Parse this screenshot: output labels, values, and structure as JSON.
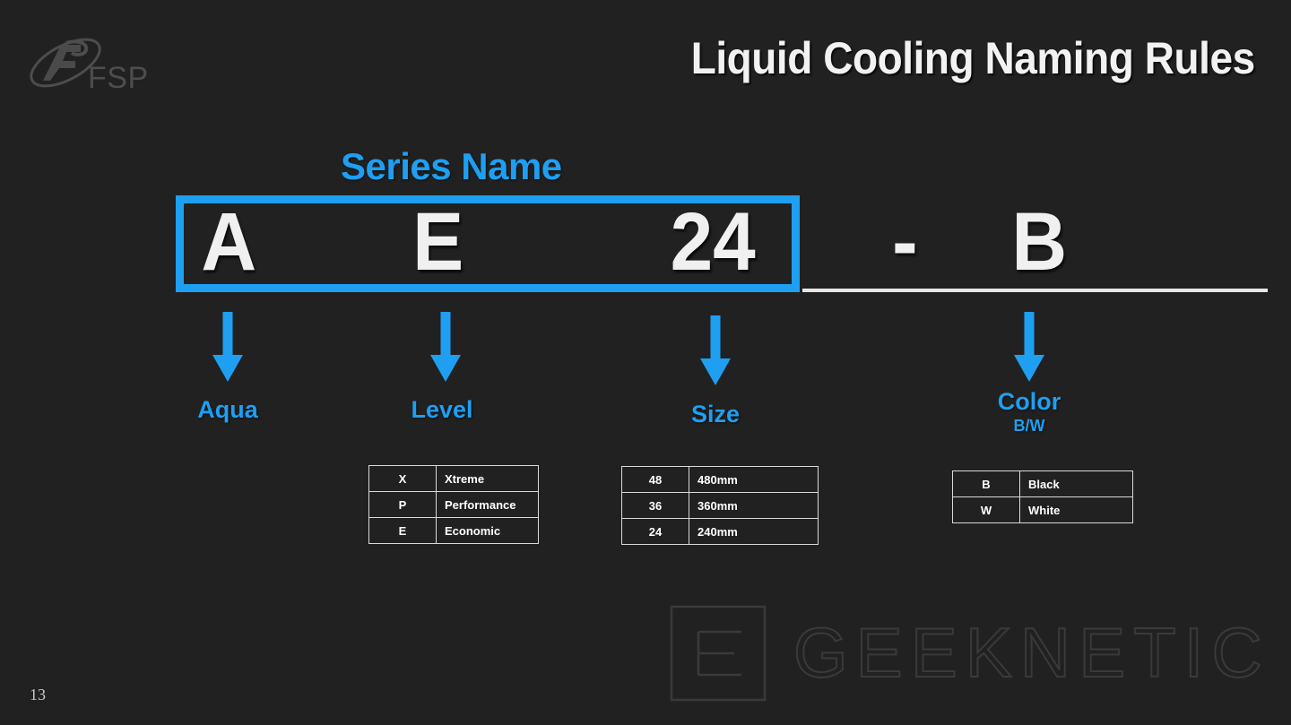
{
  "slide": {
    "title": "Liquid Cooling Naming Rules",
    "page_number": "13",
    "background_color": "#212121",
    "accent_color": "#1E9FF2",
    "text_color": "#f0f0f0"
  },
  "logo": {
    "name": "FSP",
    "text": "FSP",
    "color": "#4d4d4d"
  },
  "diagram": {
    "series_name_label": "Series Name",
    "model_code": {
      "aqua": "A",
      "level": "E",
      "size": "24",
      "separator": "-",
      "color": "B"
    },
    "fields": [
      {
        "label": "Aqua",
        "sub": ""
      },
      {
        "label": "Level",
        "sub": ""
      },
      {
        "label": "Size",
        "sub": ""
      },
      {
        "label": "Color",
        "sub": "B/W"
      }
    ],
    "tables": {
      "level": {
        "rows": [
          {
            "code": "X",
            "desc": "Xtreme"
          },
          {
            "code": "P",
            "desc": "Performance"
          },
          {
            "code": "E",
            "desc": "Economic"
          }
        ]
      },
      "size": {
        "rows": [
          {
            "code": "48",
            "desc": "480mm"
          },
          {
            "code": "36",
            "desc": "360mm"
          },
          {
            "code": "24",
            "desc": "240mm"
          }
        ]
      },
      "color": {
        "rows": [
          {
            "code": "B",
            "desc": "Black"
          },
          {
            "code": "W",
            "desc": "White"
          }
        ]
      }
    }
  },
  "watermark": {
    "text": "GEEKNETIC",
    "mark_letter": "E"
  }
}
